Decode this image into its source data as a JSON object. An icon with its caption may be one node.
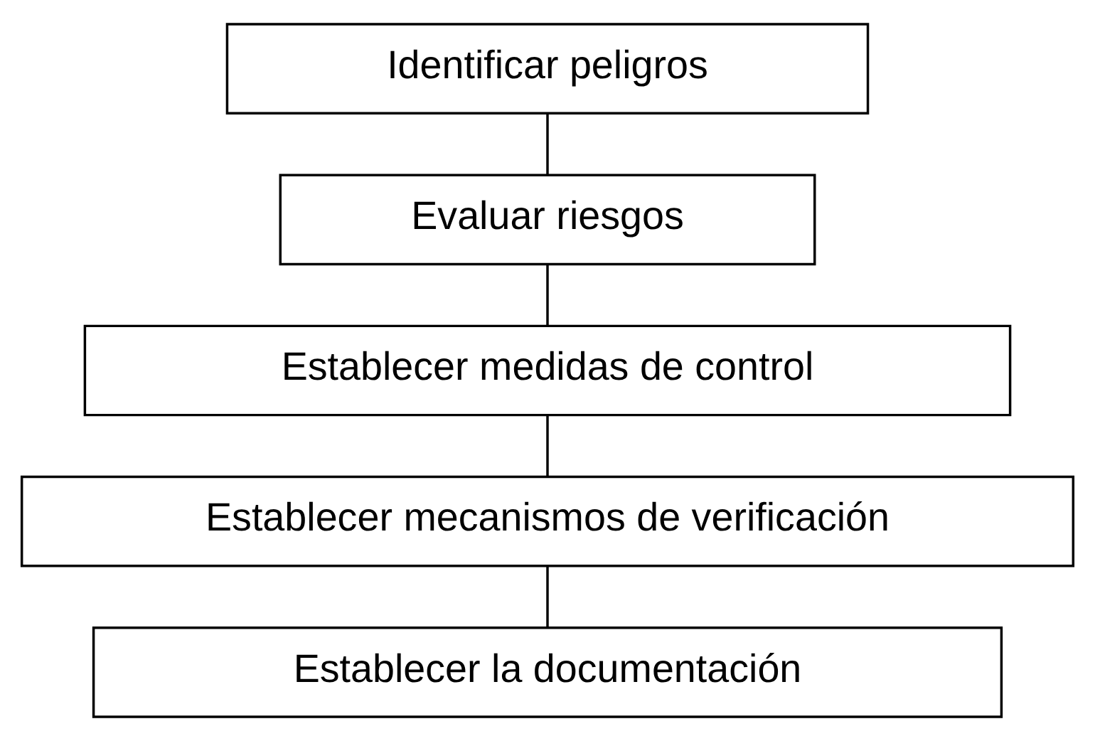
{
  "diagram": {
    "nodes": [
      {
        "text": [
          "Identificar peligros"
        ]
      },
      {
        "text": [
          "Evaluar riesgos"
        ]
      },
      {
        "text": [
          "Establecer medidas de control"
        ]
      },
      {
        "text": [
          "Establecer mecanismos de verificación"
        ]
      },
      {
        "text": [
          "Establecer la documentación"
        ]
      }
    ],
    "edges": [
      {
        "from": 0,
        "to": 1,
        "arrow": "none"
      },
      {
        "from": 1,
        "to": 2,
        "arrow": "none"
      },
      {
        "from": 2,
        "to": 3,
        "arrow": "none"
      },
      {
        "from": 3,
        "to": 4,
        "arrow": "none"
      }
    ]
  }
}
